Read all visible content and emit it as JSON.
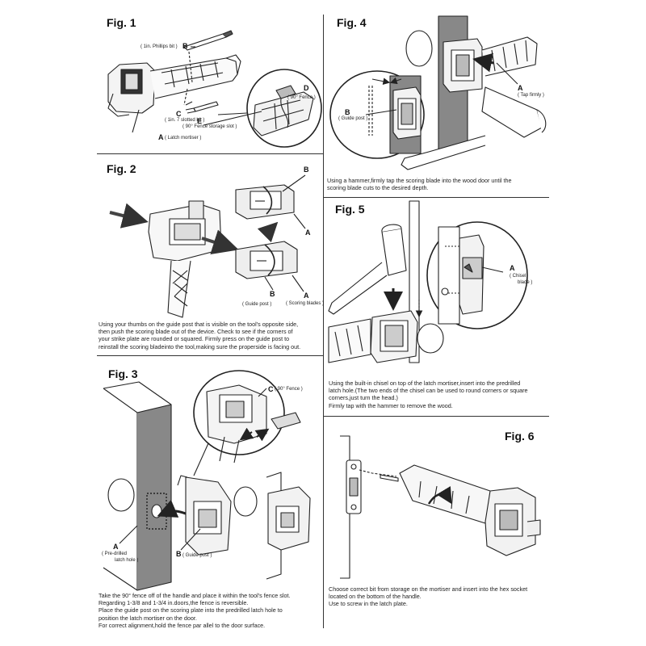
{
  "fig1": {
    "title": "Fig. 1",
    "letter_b": "B",
    "label_b": "( 1in. Phillips bit )",
    "letter_d": "D",
    "label_d": "( 90° Fence )",
    "letter_c": "C",
    "label_c": "( 1in. 7 slotted bit )",
    "letter_e": "E",
    "label_e": "( 90° Fence storage slot )",
    "letter_a": "A",
    "label_a": "( Latch mortiser )"
  },
  "fig2": {
    "title": "Fig. 2",
    "letter_b_top": "B",
    "letter_a_top": "A",
    "letter_b_bottom": "B",
    "label_b_bottom": "( Guide post )",
    "letter_a_bottom": "A",
    "label_a_bottom": "( Scoring blades )",
    "caption": [
      "Using your thumbs on the guide post that is visible on the tool's opposite side,",
      "then push the scoring blade out of the device. Check to see if the corners of",
      "your strike plate are rounded or squared. Firmly press on the guide post to",
      "reinstall the scoring bladeinto the tool,making sure the properside is facing out."
    ]
  },
  "fig3": {
    "title": "Fig. 3",
    "letter_c": "C",
    "label_c": "( 90° Fence )",
    "letter_a": "A",
    "label_a_1": "( Pre-drilled",
    "label_a_2": "latch hole )",
    "letter_b": "B",
    "label_b": "( Guide post )",
    "caption": [
      "Take the 90° fence off of the handle and place it within the tool's fence slot.",
      "Regarding 1-3/8 and 1-3/4 in.doors,the fence is reversible.",
      "Place the guide post on the scoring plate into the predrilled latch hole to",
      "position the latch mortiser on the door.",
      "For correct alignment,hold the fence par allel to the door surface."
    ]
  },
  "fig4": {
    "title": "Fig. 4",
    "letter_a": "A",
    "label_a": "( Tap firmly )",
    "letter_b": "B",
    "label_b": "( Guide post )",
    "caption": [
      "Using a hammer,firmly tap the scoring blade into the wood door until the",
      "scoring blade cuts to the desired depth."
    ]
  },
  "fig5": {
    "title": "Fig. 5",
    "letter_a": "A",
    "label_a_1": "( Chisel",
    "label_a_2": "blade )",
    "caption": [
      "Using the built-in chisel on top of the latch mortiser,insert into the predrilled",
      "latch hole.(The two ends of  the chisel can be used to round corners or square",
      "corners,just turn the head.)",
      "Firmly tap with the hammer to remove the wood."
    ]
  },
  "fig6": {
    "title": "Fig. 6",
    "caption": [
      "Choose correct bit from storage on the mortiser and insert into the hex socket",
      "located on the bottom of the handle.",
      "Use to screw in the latch plate."
    ]
  }
}
